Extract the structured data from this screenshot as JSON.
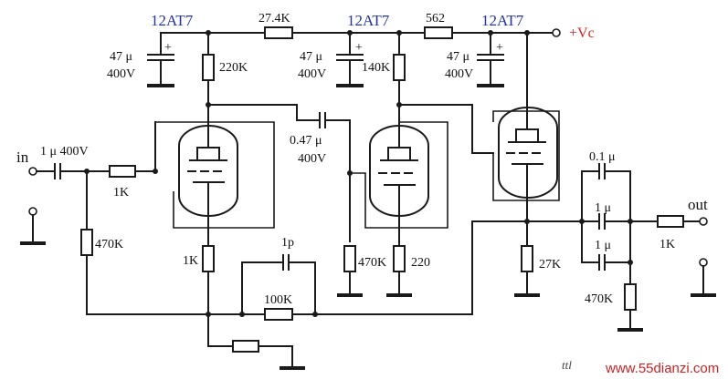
{
  "tubes": [
    "12AT7",
    "12AT7",
    "12AT7"
  ],
  "supply": "+Vc",
  "input_label": "in",
  "output_label": "out",
  "components": {
    "c_decouple": [
      "47 μ",
      "400V"
    ],
    "c_in": "1 μ 400V",
    "r_grid_stop": "1K",
    "r_grid_leak": "470K",
    "r_plate1": "220K",
    "r_supply1": "27.4K",
    "r_supply2": "562",
    "r_plate2": "140K",
    "c_couple": [
      "0.47 μ",
      "400V"
    ],
    "r_cathode1": "1K",
    "c_fb": "1p",
    "r_fb": "100K",
    "r_grid2": "470K",
    "r_cathode2": "220",
    "r_cathode3": "27K",
    "c_out_small": "0.1 μ",
    "c_out_a": "1 μ",
    "c_out_b": "1 μ",
    "r_out_series": "1K",
    "r_out_load": "470K",
    "plus": "+"
  },
  "watermark": {
    "icon": "ttl",
    "site": "www.55dianzi.com"
  }
}
